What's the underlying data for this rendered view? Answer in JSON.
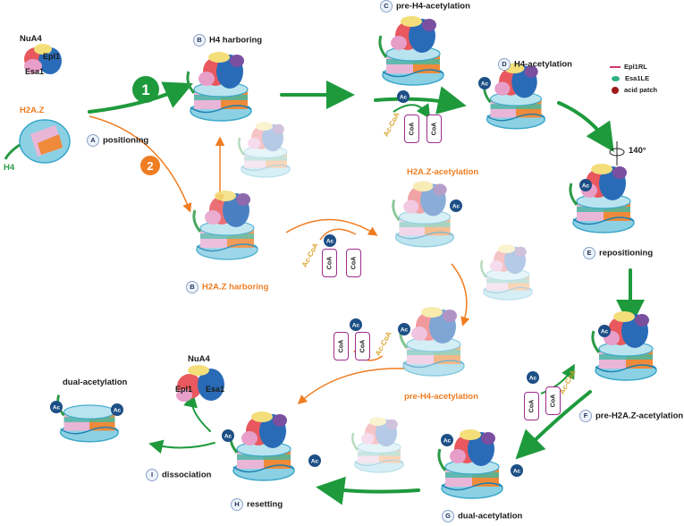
{
  "labels": {
    "nua4_top": "NuA4",
    "epl1_top": "Epl1",
    "esa1_top": "Esa1",
    "h2az": "H2A.Z",
    "h4": "H4",
    "step1": "1",
    "step2": "2",
    "a_positioning": "positioning",
    "b_h4": "H4 harboring",
    "c_pre_h4": "pre-H4-acetylation",
    "d_h4": "H4-acetylation",
    "angle": "140°",
    "e_repositioning": "repositioning",
    "h2az_acetylation": "H2A.Z-acetylation",
    "b_h2az": "H2A.Z harboring",
    "pre_h4_orange": "pre-H4-acetylation",
    "f_pre_h2az": "pre-H2A.Z-acetylation",
    "g_dual": "dual-acetylation",
    "h_resetting": "resetting",
    "i_dissociation": "dissociation",
    "dual_top": "dual-acetylation",
    "nua4_mid": "NuA4",
    "epl1_mid": "Epl1",
    "esa1_mid": "Esa1",
    "ac": "Ac",
    "coa": "CoA",
    "ac_coa": "Ac-CoA"
  },
  "badges": {
    "A": "A",
    "B": "B",
    "C": "C",
    "D": "D",
    "E": "E",
    "F": "F",
    "G": "G",
    "H": "H",
    "I": "I"
  },
  "legend": [
    {
      "label": "Epl1RL",
      "color": "#d6336c",
      "kind": "dash"
    },
    {
      "label": "Esa1LE",
      "color": "#2fae87",
      "kind": "oval"
    },
    {
      "label": "acid patch",
      "color": "#9b1b1b",
      "kind": "dot"
    }
  ],
  "colors": {
    "green_path": "#1e9a3c",
    "orange_path": "#ef7d22",
    "coa_border": "#9c2d8f",
    "ac_badge": "#1d4f86",
    "epl1": "#e8585e",
    "esa1": "#2a6bb8",
    "h4_tail": "#2b9a45",
    "histone_pink": "#e9b6d8",
    "histone_blue": "#8cd0e4",
    "histone_orange": "#ee8a3a",
    "histone_teal": "#3fb9a4"
  }
}
